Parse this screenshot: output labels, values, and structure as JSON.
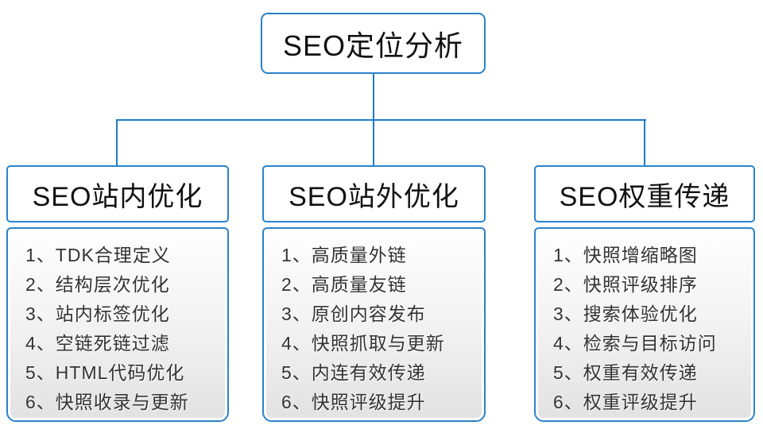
{
  "root": {
    "title": "SEO定位分析"
  },
  "columns": [
    {
      "title": "SEO站内优化",
      "items": [
        "1、TDK合理定义",
        "2、结构层次优化",
        "3、站内标签优化",
        "4、空链死链过滤",
        "5、HTML代码优化",
        "6、快照收录与更新"
      ]
    },
    {
      "title": "SEO站外优化",
      "items": [
        "1、高质量外链",
        "2、高质量友链",
        "3、原创内容发布",
        "4、快照抓取与更新",
        "5、内连有效传递",
        "6、快照评级提升"
      ]
    },
    {
      "title": "SEO权重传递",
      "items": [
        "1、快照增缩略图",
        "2、快照评级排序",
        "3、搜索体验优化",
        "4、检索与目标访问",
        "5、权重有效传递",
        "6、权重评级提升"
      ]
    }
  ],
  "colors": {
    "accent": "#1e7bc8",
    "node_border": "#2b82cd",
    "list_bg_top": "#fefefe",
    "list_bg_bottom": "#e2e2e2",
    "title_text": "#111111",
    "item_text": "#333333"
  }
}
